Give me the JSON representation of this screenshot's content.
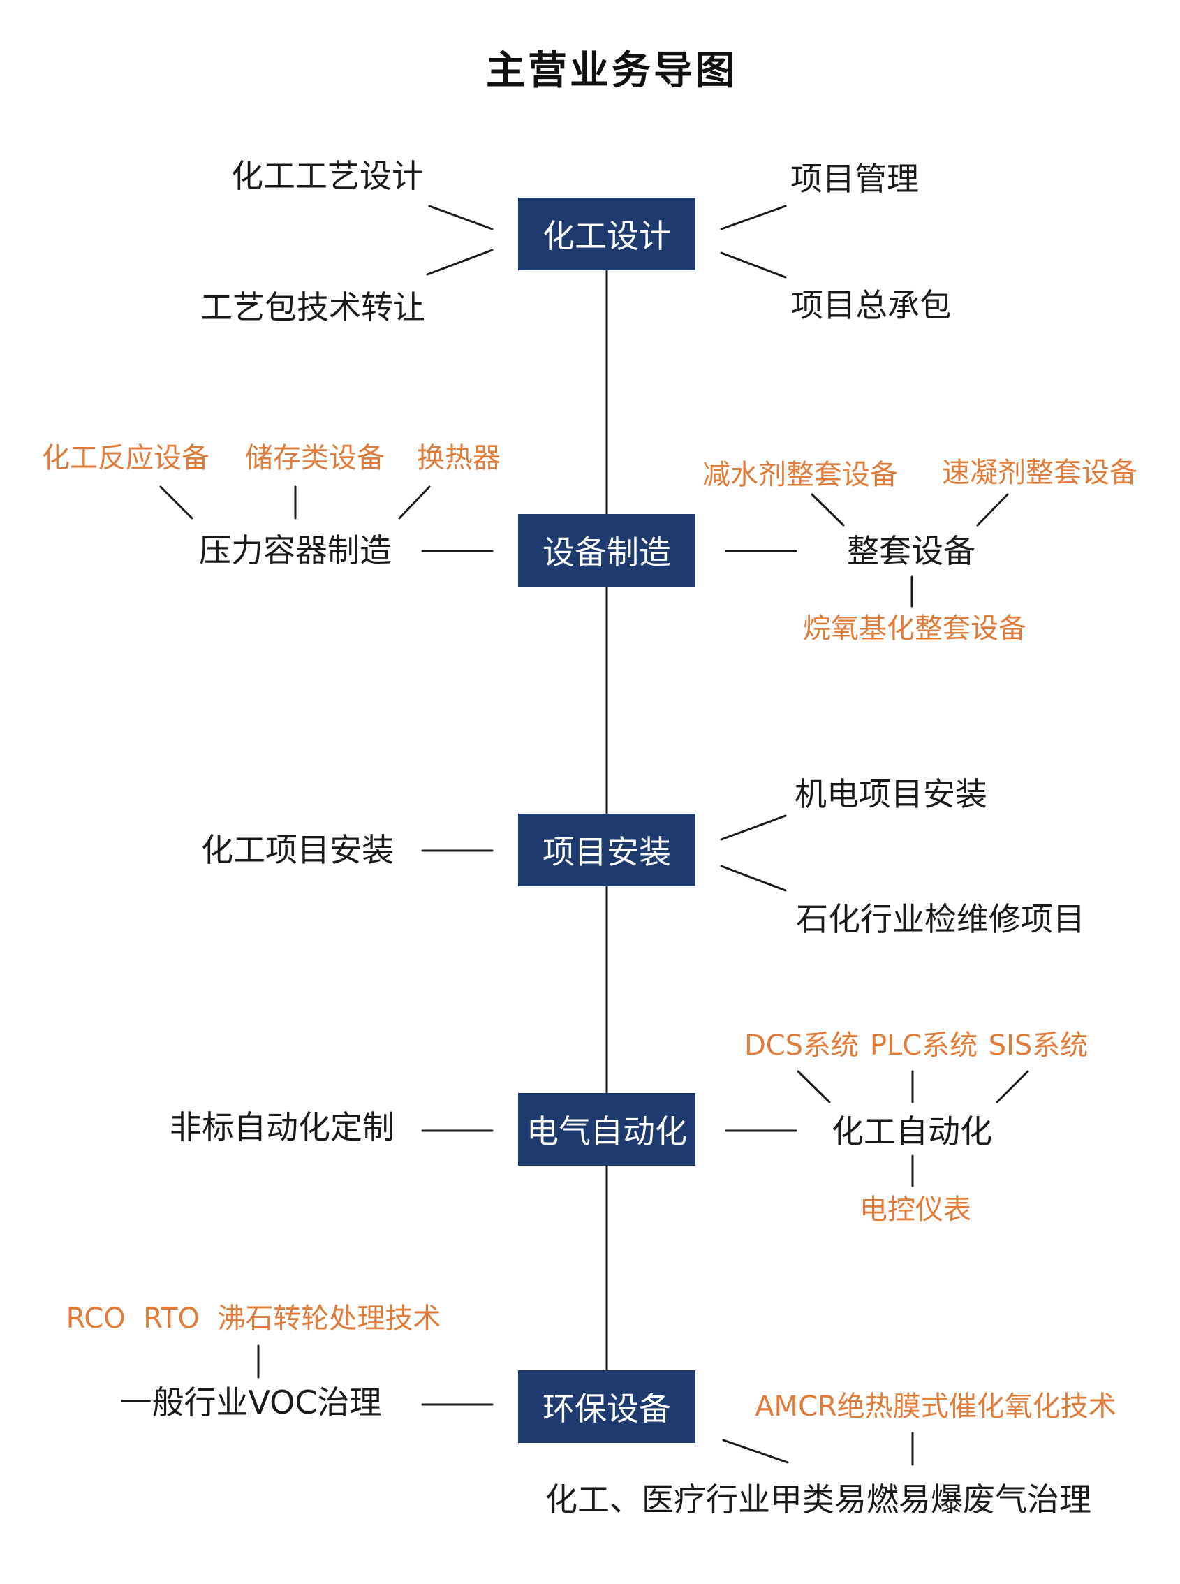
{
  "title": "主营业务导图",
  "colors": {
    "box": "#1e3a6e",
    "accent": "#e07b39",
    "text": "#1a1a1a",
    "line": "#1a1a1a"
  },
  "nodes": {
    "chem_design": {
      "label": "化工设计",
      "process_design": "化工工艺设计",
      "tech_transfer": "工艺包技术转让",
      "project_mgmt": "项目管理",
      "epc": "项目总承包"
    },
    "equipment": {
      "label": "设备制造",
      "pressure_vessel": "压力容器制造",
      "reaction_equipment": "化工反应设备",
      "storage_equipment": "储存类设备",
      "heat_exchanger": "换热器",
      "complete_sets": "整套设备",
      "water_reducer": "减水剂整套设备",
      "accelerator": "速凝剂整套设备",
      "alkoxylation": "烷氧基化整套设备"
    },
    "installation": {
      "label": "项目安装",
      "chem_install": "化工项目安装",
      "mep_install": "机电项目安装",
      "petro_maint": "石化行业检维修项目"
    },
    "automation": {
      "label": "电气自动化",
      "custom_automation": "非标自动化定制",
      "chem_automation": "化工自动化",
      "dcs": "DCS系统",
      "plc": "PLC系统",
      "sis": "SIS系统",
      "instrument": "电控仪表"
    },
    "environmental": {
      "label": "环保设备",
      "voc": "一般行业VOC治理",
      "rco_rto": "RCO  RTO  沸石转轮处理技术",
      "hazardous_gas": "化工、医疗行业甲类易燃易爆废气治理",
      "amcr": "AMCR绝热膜式催化氧化技术"
    }
  }
}
